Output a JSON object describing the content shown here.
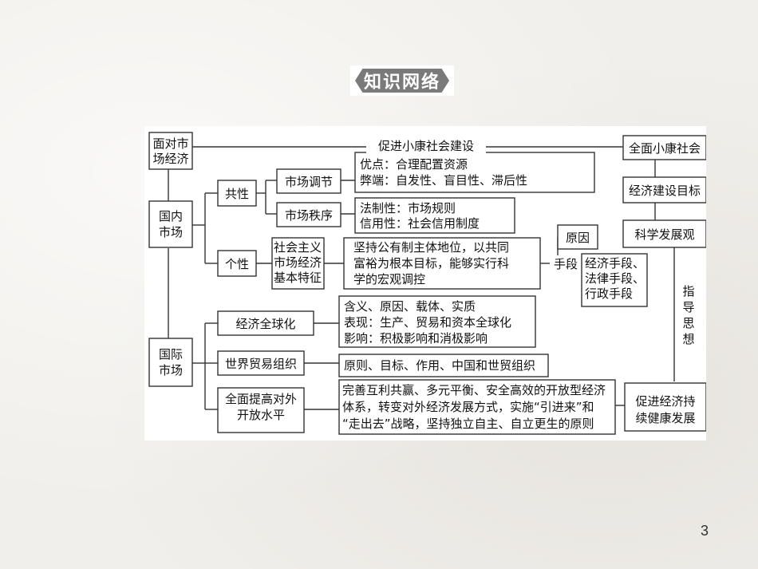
{
  "header": {
    "title": "知识网络"
  },
  "page_number": "3",
  "diagram": {
    "top_link": "促进小康社会建设",
    "nodes": {
      "face_market": [
        "面对市",
        "场经济"
      ],
      "domestic": [
        "国内",
        "市场"
      ],
      "international": [
        "国际",
        "市场"
      ],
      "commonality": [
        "共性"
      ],
      "individuality": [
        "个性"
      ],
      "market_regulation": [
        "市场调节"
      ],
      "market_order": [
        "市场秩序"
      ],
      "regulation_detail": [
        "优点：合理配置资源",
        "弊端：自发性、盲目性、滞后性"
      ],
      "order_detail": [
        "法制性：市场规则",
        "信用性：社会信用制度"
      ],
      "socialist_features": [
        "社会主义",
        "市场经济",
        "基本特征"
      ],
      "features_detail": [
        "坚持公有制主体地位，以共同",
        "富裕为根本目标，能够实行科",
        "学的宏观调控"
      ],
      "reason": [
        "原因"
      ],
      "means": [
        "手段"
      ],
      "means_detail": [
        "经济手段、",
        "法律手段、",
        "行政手段"
      ],
      "globalization": [
        "经济全球化"
      ],
      "globalization_detail": [
        "含义、原因、载体、实质",
        "表现：生产、贸易和资本全球化",
        "影响：积极影响和消极影响"
      ],
      "wto": [
        "世界贸易组织"
      ],
      "wto_detail": [
        "原则、目标、作用、中国和世贸组织"
      ],
      "opening": [
        "全面提高对外",
        "开放水平"
      ],
      "opening_detail": [
        "完善互利共赢、多元平衡、安全高效的开放型经济",
        "体系，转变对外经济发展方式，实施“引进来”和",
        "“走出去”战略，坚持独立自主、自立更生的原则"
      ],
      "xiaokang": [
        "全面小康社会"
      ],
      "econ_goal": [
        "经济建设目标"
      ],
      "sci_dev": [
        "科学发展观"
      ],
      "guiding": [
        "指",
        "导",
        "思",
        "想"
      ],
      "sustain": [
        "促进经济持",
        "续健康发展"
      ]
    }
  }
}
